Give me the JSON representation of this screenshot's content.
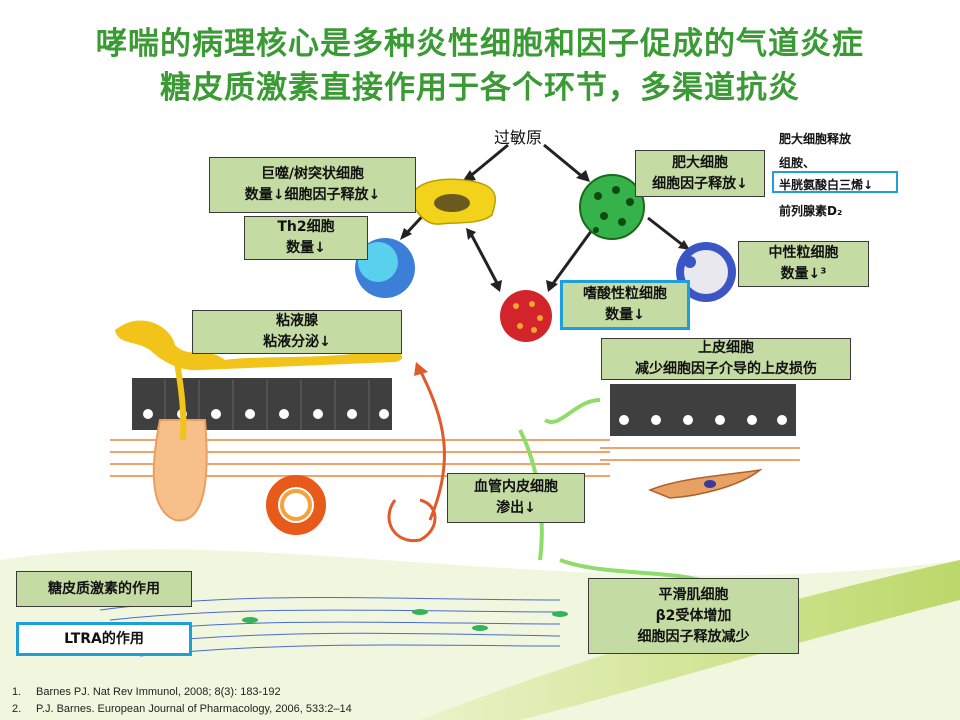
{
  "title": {
    "line1": "哮喘的病理核心是多种炎性细胞和因子促成的气道炎症",
    "line2": "糖皮质激素直接作用于各个环节，多渠道抗炎"
  },
  "allergen": "过敏原",
  "boxes": {
    "macrophage": [
      "巨噬/树突状细胞",
      "数量↓细胞因子释放↓"
    ],
    "th2": [
      "Th2细胞",
      "数量↓"
    ],
    "mast": [
      "肥大细胞",
      "细胞因子释放↓"
    ],
    "neutrophil": [
      "中性粒细胞",
      "数量↓³"
    ],
    "eosinophil": [
      "嗜酸性粒细胞",
      "数量↓"
    ],
    "mucus": [
      "粘液腺",
      "粘液分泌↓"
    ],
    "epithelium": [
      "上皮细胞",
      "减少细胞因子介导的上皮损伤"
    ],
    "vascular": [
      "血管内皮细胞",
      "渗出↓"
    ],
    "smooth_muscle": [
      "平滑肌细胞",
      "β2受体增加",
      "细胞因子释放减少"
    ]
  },
  "mast_mediators": {
    "item1": "肥大细胞释放",
    "item2": "组胺、",
    "item3": "半胱氨酸白三烯↓",
    "item4": "前列腺素D₂"
  },
  "legend": {
    "gc": "糖皮质激素的作用",
    "ltra": "LTRA的作用"
  },
  "references": [
    {
      "num": "1.",
      "text": "Barnes PJ. Nat Rev Immunol, 2008; 8(3): 183-192"
    },
    {
      "num": "2.",
      "text": "P.J. Barnes. European Journal of Pharmacology, 2006, 533:2–14"
    }
  ],
  "colors": {
    "title": "#3a9a34",
    "box_fill": "#c5dba4",
    "ltra_border": "#1e9fd8"
  }
}
